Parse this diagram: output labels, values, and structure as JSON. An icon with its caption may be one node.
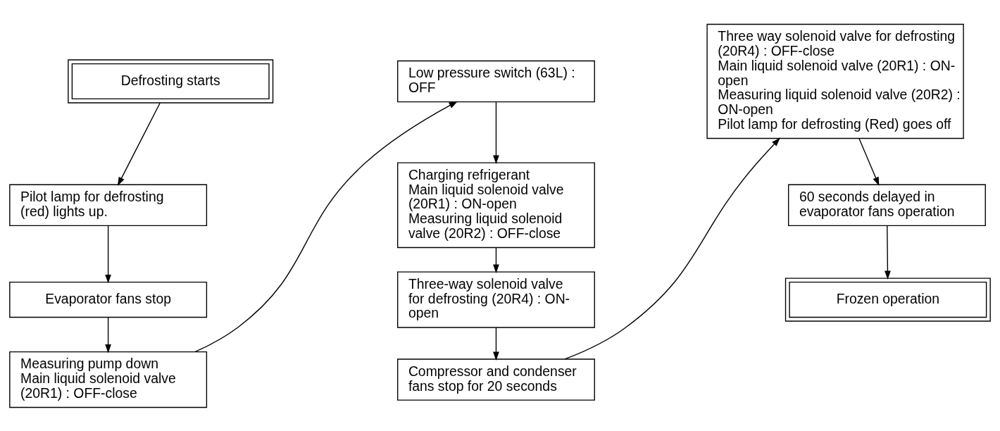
{
  "diagram": {
    "nodes": [
      {
        "text": [
          "Defrosting starts"
        ]
      },
      {
        "text": [
          "Pilot lamp for defrosting (red) lights up."
        ]
      },
      {
        "text": [
          "Evaporator fans stop"
        ]
      },
      {
        "text": [
          "Measuring pump down",
          "Main liquid solenoid valve (20R1) : OFF-close"
        ]
      },
      {
        "text": [
          "Low pressure switch (63L) : OFF"
        ]
      },
      {
        "text": [
          "Charging refrigerant",
          "Main liquid solenoid valve (20R1) : ON-open",
          "Measuring liquid solenoid valve (20R2) : OFF-close"
        ]
      },
      {
        "text": [
          "Three-way solenoid valve for defrosting (20R4) : ON-open"
        ]
      },
      {
        "text": [
          "Compressor and condenser fans stop for 20 seconds"
        ]
      },
      {
        "text": [
          "Three way solenoid valve for defrosting (20R4) : OFF-close",
          "Main liquid solenoid valve (20R1) : ON-open",
          "Measuring liquid solenoid valve (20R2) : ON-open",
          "Pilot lamp for defrosting (Red) goes off"
        ]
      },
      {
        "text": [
          "60 seconds delayed in evaporator fans operation"
        ]
      },
      {
        "text": [
          "Frozen operation"
        ]
      }
    ],
    "edges": [
      {
        "from": 0,
        "to": 1,
        "arrow": "to"
      },
      {
        "from": 1,
        "to": 2,
        "arrow": "to"
      },
      {
        "from": 2,
        "to": 3,
        "arrow": "to"
      },
      {
        "from": 3,
        "to": 4,
        "arrow": "to"
      },
      {
        "from": 4,
        "to": 5,
        "arrow": "to"
      },
      {
        "from": 5,
        "to": 6,
        "arrow": "to"
      },
      {
        "from": 6,
        "to": 7,
        "arrow": "to"
      },
      {
        "from": 7,
        "to": 8,
        "arrow": "to"
      },
      {
        "from": 8,
        "to": 9,
        "arrow": "to"
      },
      {
        "from": 9,
        "to": 10,
        "arrow": "to"
      }
    ]
  }
}
